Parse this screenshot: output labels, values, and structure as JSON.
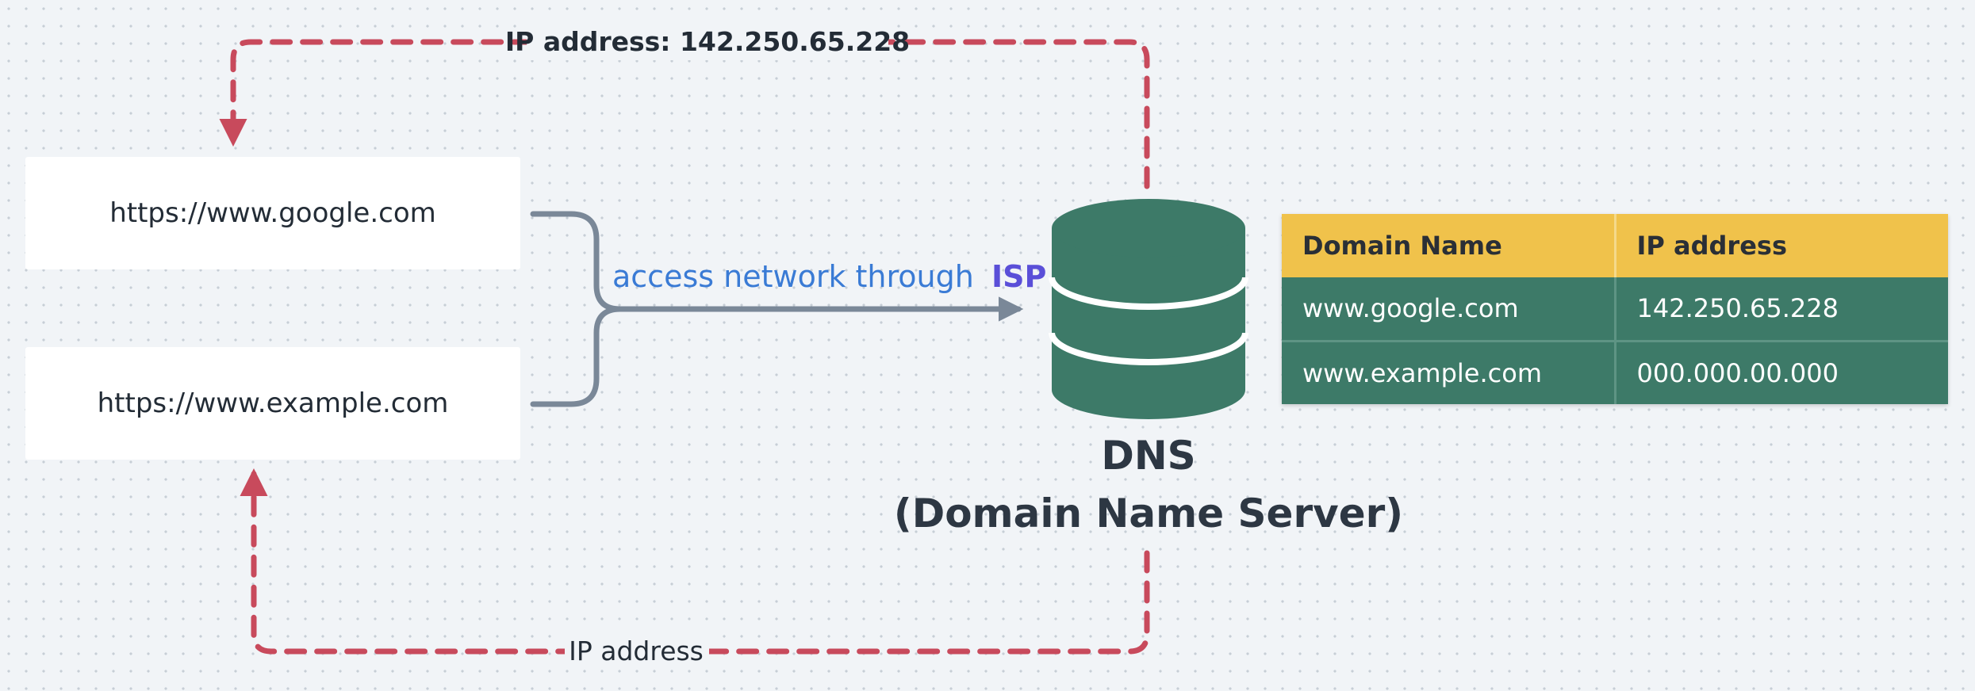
{
  "url_boxes": [
    {
      "label": "https://www.google.com"
    },
    {
      "label": "https://www.example.com"
    }
  ],
  "network_label": {
    "text": "access network through",
    "highlight": "ISP"
  },
  "top_return_label": "IP address: 142.250.65.228",
  "bottom_return_label": "IP address",
  "dns": {
    "title": "DNS",
    "subtitle": "(Domain Name Server)",
    "icon": "database-icon"
  },
  "table": {
    "headers": [
      "Domain Name",
      "IP address"
    ],
    "rows": [
      [
        "www.google.com",
        "142.250.65.228"
      ],
      [
        "www.example.com",
        "000.000.00.000"
      ]
    ]
  },
  "colors": {
    "background": "#f1f4f7",
    "return_path": "#c84a5c",
    "request_path": "#7a8898",
    "network_text": "#3a7bd5",
    "isp_text": "#5a4fd8",
    "dns_icon": "#3d7a68",
    "table_header": "#f0c24b",
    "table_body": "#3d7a68"
  }
}
